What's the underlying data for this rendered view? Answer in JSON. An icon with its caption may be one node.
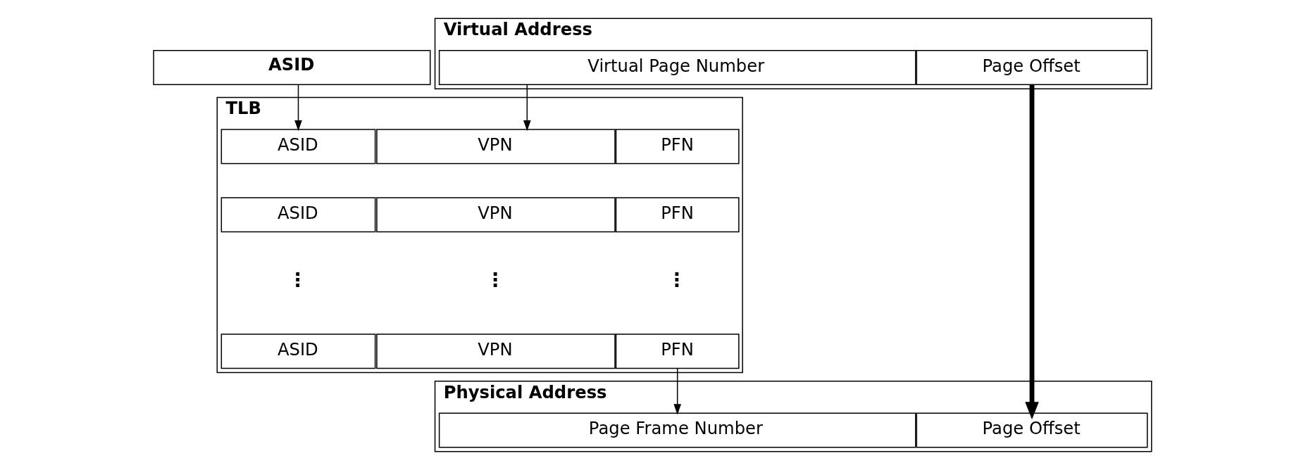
{
  "diagram": {
    "nodes": [
      {
        "text": [
          "ASID"
        ]
      },
      {
        "text": [
          "Virtual Address"
        ]
      },
      {
        "text": [
          "Virtual Page Number"
        ],
        "in": 1
      },
      {
        "text": [
          "Page Offset"
        ],
        "in": 1
      },
      {
        "text": [
          "TLB"
        ]
      },
      {
        "text": [
          "ASID"
        ],
        "in": 4
      },
      {
        "text": [
          "VPN"
        ],
        "in": 4
      },
      {
        "text": [
          "PFN"
        ],
        "in": 4
      },
      {
        "text": [
          "ASID"
        ],
        "in": 4
      },
      {
        "text": [
          "VPN"
        ],
        "in": 4
      },
      {
        "text": [
          "PFN"
        ],
        "in": 4
      },
      {
        "text": [
          "ASID"
        ],
        "in": 4
      },
      {
        "text": [
          "VPN"
        ],
        "in": 4
      },
      {
        "text": [
          "PFN"
        ],
        "in": 4
      },
      {
        "text": [
          "Physical Address"
        ]
      },
      {
        "text": [
          "Page Frame Number"
        ],
        "in": 14
      },
      {
        "text": [
          "Page Offset"
        ],
        "in": 14
      }
    ],
    "edges": [
      {
        "from": 0,
        "to": 5,
        "arrow": "to"
      },
      {
        "from": 2,
        "to": 6,
        "arrow": "to"
      },
      {
        "from": 13,
        "to": 15,
        "arrow": "to"
      },
      {
        "from": 3,
        "to": 16,
        "arrow": "to",
        "style": "thick"
      }
    ],
    "labels": [
      "⋮",
      "⋮",
      "⋮"
    ]
  }
}
